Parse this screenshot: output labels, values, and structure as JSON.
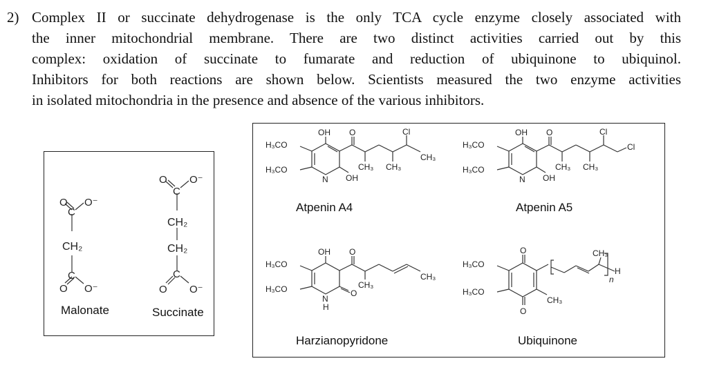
{
  "question": {
    "number": "2)",
    "lines": [
      "Complex II or succinate dehydrogenase is the only TCA cycle enzyme closely associated with",
      "the inner mitochondrial membrane. There are two distinct activities carried out by this",
      "complex: oxidation of succinate to fumarate and reduction of ubiquinone to ubiquinol.",
      "Inhibitors for both reactions are shown below. Scientists measured the two enzyme activities",
      "in isolated mitochondria in the presence and absence of the various inhibitors."
    ]
  },
  "left_panel": {
    "molecules": [
      {
        "name": "Malonate",
        "labels": {
          "o1": "O",
          "o2": "O⁻",
          "c1": "C",
          "ch2": "CH₂",
          "c2": "C",
          "o3": "O",
          "o4": "O⁻"
        }
      },
      {
        "name": "Succinate",
        "labels": {
          "o1": "O",
          "o2": "O⁻",
          "c1": "C",
          "ch2a": "CH₂",
          "ch2b": "CH₂",
          "c2": "C",
          "o3": "O",
          "o4": "O⁻"
        }
      }
    ]
  },
  "right_panel": {
    "molecules": [
      {
        "name": "Atpenin A4",
        "labels": {
          "oh_top": "OH",
          "o_top": "O",
          "cl": "Cl",
          "h3co_a": "H₃CO",
          "h3co_b": "H₃CO",
          "n": "N",
          "oh": "OH",
          "ch3_a": "CH₃",
          "ch3_b": "CH₃",
          "ch3_end": "CH₃"
        }
      },
      {
        "name": "Atpenin A5",
        "labels": {
          "oh_top": "OH",
          "o_top": "O",
          "cl": "Cl",
          "cl_end": "Cl",
          "h3co_a": "H₃CO",
          "h3co_b": "H₃CO",
          "n": "N",
          "oh": "OH",
          "ch3_a": "CH₃",
          "ch3_b": "CH₃"
        }
      },
      {
        "name": "Harzianopyridone",
        "labels": {
          "oh_top": "OH",
          "o_top": "O",
          "h3co_a": "H₃CO",
          "h3co_b": "H₃CO",
          "n": "N",
          "h": "H",
          "o_ring": "O",
          "ch3": "CH₃",
          "ch3_end": "CH₃"
        }
      },
      {
        "name": "Ubiquinone",
        "labels": {
          "o_top": "O",
          "o_bottom": "O",
          "h3co_a": "H₃CO",
          "h3co_b": "H₃CO",
          "ch3_ring": "CH₃",
          "ch3_chain": "CH₃",
          "h_end": "H",
          "n": "n"
        }
      }
    ]
  }
}
